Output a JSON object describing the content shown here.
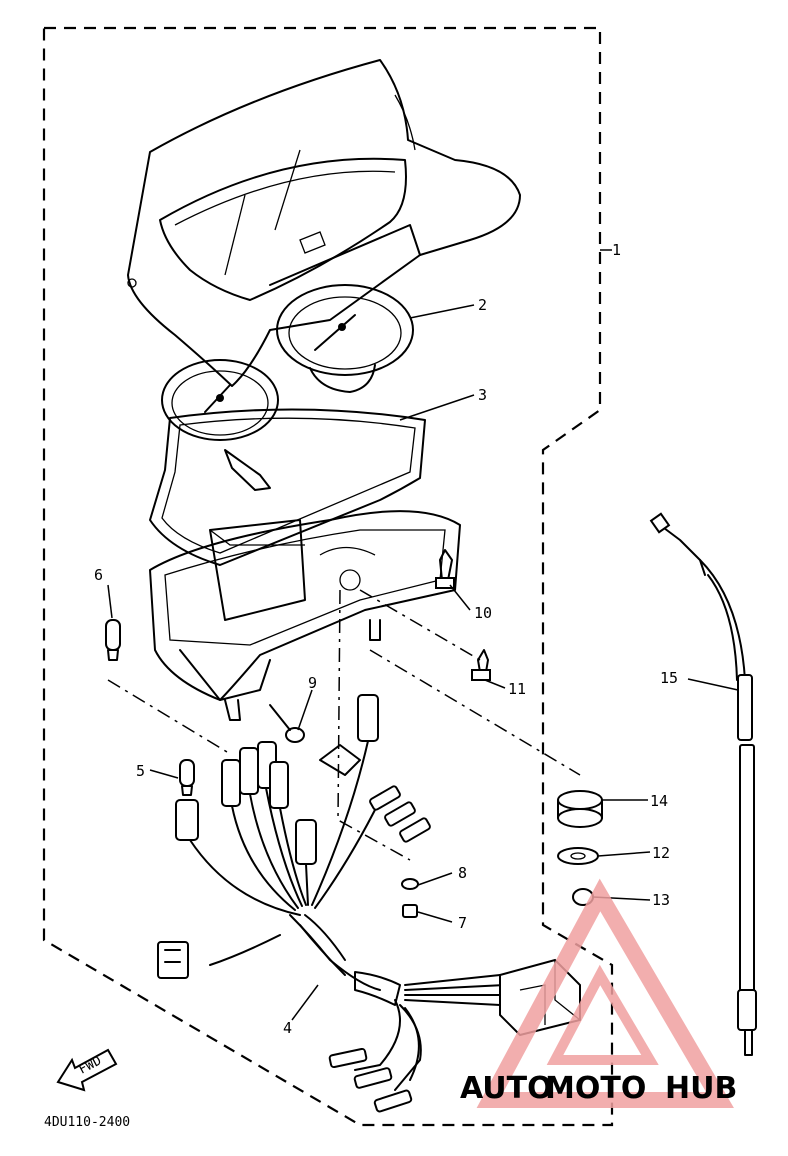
{
  "diagram": {
    "code": "4DU110-2400",
    "fwd_arrow_text": "FWD",
    "callouts": [
      {
        "id": "1",
        "text": "1"
      },
      {
        "id": "2",
        "text": "2"
      },
      {
        "id": "3",
        "text": "3"
      },
      {
        "id": "4",
        "text": "4"
      },
      {
        "id": "5",
        "text": "5"
      },
      {
        "id": "6",
        "text": "6"
      },
      {
        "id": "7",
        "text": "7"
      },
      {
        "id": "8",
        "text": "8"
      },
      {
        "id": "9",
        "text": "9"
      },
      {
        "id": "10",
        "text": "10"
      },
      {
        "id": "11",
        "text": "11"
      },
      {
        "id": "12",
        "text": "12"
      },
      {
        "id": "13",
        "text": "13"
      },
      {
        "id": "14",
        "text": "14"
      },
      {
        "id": "15",
        "text": "15"
      }
    ]
  },
  "watermark": {
    "part1": "AUTO",
    "part2": "MOTO",
    "part3": "HUB",
    "colors": {
      "auto": "#f5c9a0",
      "moto": "#f2a8a8",
      "hub": "#9a9a9a",
      "triangle": "#f0a0a0"
    }
  }
}
